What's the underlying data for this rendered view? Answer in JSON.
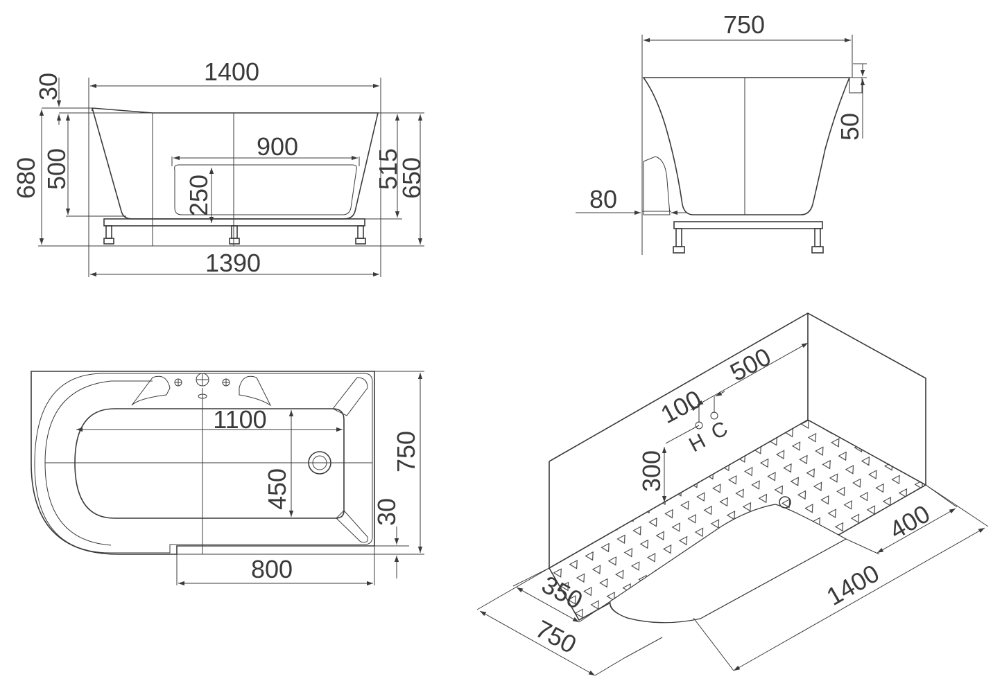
{
  "colors": {
    "line": "#3a3a3a",
    "background": "#ffffff"
  },
  "front_view": {
    "dims": {
      "top_length": "1400",
      "rim": "30",
      "total_height": "680",
      "inner_depth": "500",
      "inner_length": "900",
      "seat_height": "250",
      "height_515": "515",
      "height_650": "650",
      "bottom_length": "1390"
    }
  },
  "side_view": {
    "dims": {
      "width": "750",
      "lip": "50",
      "offset": "80"
    }
  },
  "top_view": {
    "dims": {
      "inner_length": "1100",
      "width": "750",
      "inner_width": "450",
      "step": "30",
      "straight_length": "800"
    }
  },
  "iso_view": {
    "dims": {
      "d500": "500",
      "d100": "100",
      "d300": "300",
      "d400": "400",
      "d1400": "1400",
      "d350": "350",
      "d750": "750"
    },
    "labels": {
      "hot": "H",
      "cold": "C"
    }
  }
}
